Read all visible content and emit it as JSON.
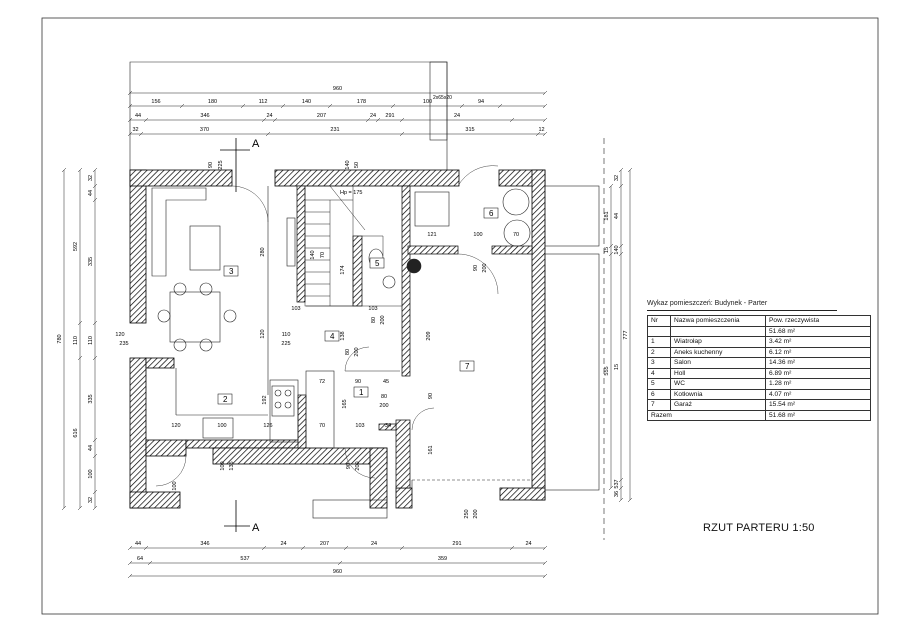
{
  "drawing": {
    "title": "RZUT PARTERU 1:50",
    "section_marks": [
      "A",
      "A"
    ],
    "chimney_label": "2x65x20",
    "stair_note": "Hp = 175"
  },
  "dimensions": {
    "top_overall": "960",
    "top_row1": [
      "156",
      "180",
      "112",
      "140",
      "178",
      "100",
      "94"
    ],
    "top_row2": [
      "44",
      "346",
      "24",
      "207",
      "24",
      "291",
      "24"
    ],
    "top_row3": [
      "32",
      "370",
      "231",
      "315",
      "12"
    ],
    "bottom_row1": [
      "44",
      "346",
      "24",
      "207",
      "24",
      "291",
      "24"
    ],
    "bottom_row2": [
      "64",
      "537",
      "359"
    ],
    "bottom_overall": "960",
    "left_outer": "780",
    "left_row": [
      "32",
      "44",
      "335",
      "110",
      "335",
      "44",
      "100",
      "32"
    ],
    "left_mid": [
      "592",
      "616"
    ],
    "right_outer": "777",
    "right_row": [
      "32",
      "44",
      "181",
      "140",
      "15",
      "537",
      "555",
      "36",
      "32"
    ],
    "interior": [
      "120",
      "235",
      "110",
      "225",
      "90",
      "225",
      "140",
      "50",
      "280",
      "103",
      "120",
      "121",
      "100",
      "70",
      "90",
      "200",
      "174",
      "103",
      "80",
      "200",
      "209",
      "138",
      "80",
      "200",
      "72",
      "90",
      "45",
      "80",
      "200",
      "192",
      "165",
      "70",
      "103",
      "34",
      "120",
      "100",
      "126",
      "90",
      "161",
      "90",
      "200",
      "100",
      "135",
      "100",
      "250",
      "200",
      "140",
      "70"
    ]
  },
  "rooms": [
    {
      "nr": "1",
      "name": "Wiatrołap",
      "area": "3.42 m²"
    },
    {
      "nr": "2",
      "name": "Aneks kuchenny",
      "area": "6.12 m²"
    },
    {
      "nr": "3",
      "name": "Salon",
      "area": "14.36 m²"
    },
    {
      "nr": "4",
      "name": "Holl",
      "area": "6.89 m²"
    },
    {
      "nr": "5",
      "name": "WC",
      "area": "1.28 m²"
    },
    {
      "nr": "6",
      "name": "Kotłownia",
      "area": "4.07 m²"
    },
    {
      "nr": "7",
      "name": "Garaż",
      "area": "15.54 m²"
    }
  ],
  "schedule": {
    "caption": "Wykaz pomieszczeń: Budynek - Parter",
    "col_nr": "Nr",
    "col_name": "Nazwa pomieszczenia",
    "col_area": "Pow. rzeczywista",
    "subtotal": "51.68 m²",
    "total_label": "Razem",
    "total_area": "51.68 m²"
  }
}
